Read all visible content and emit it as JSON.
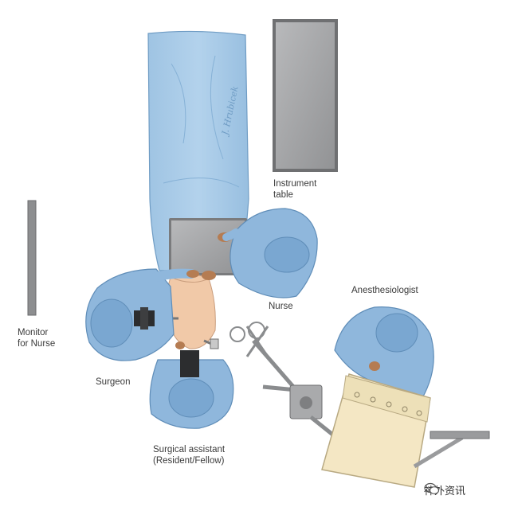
{
  "labels": {
    "instrument_table_line1": "Instrument",
    "instrument_table_line2": "table",
    "nurse": "Nurse",
    "anesthesiologist": "Anesthesiologist",
    "monitor_line1": "Monitor",
    "monitor_line2": "for Nurse",
    "surgeon": "Surgeon",
    "assistant_line1": "Surgical assistant",
    "assistant_line2": "(Resident/Fellow)"
  },
  "signature": "J. Hrubicek",
  "watermark": {
    "text": "神外资讯",
    "icon": "wechat-icon"
  },
  "colors": {
    "drape": "#a9cbe6",
    "gown": "#8fb7dc",
    "gown_dark": "#5f8db8",
    "tray": "#a6a7a9",
    "skin": "#f1c9a8",
    "machine": "#f4e7c4",
    "metal": "#8a8c8e"
  }
}
